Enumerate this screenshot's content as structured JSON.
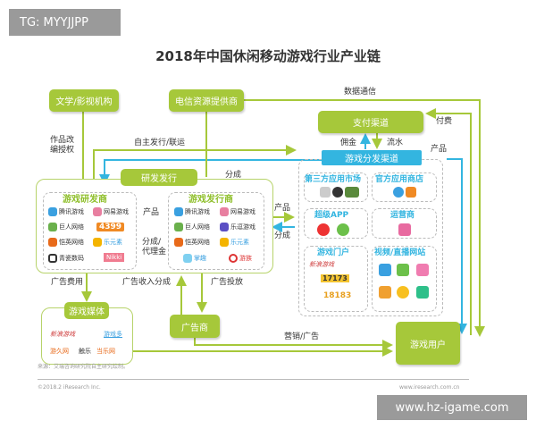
{
  "watermark_top": "TG: MYYJJPP",
  "watermark_bottom": "www.hz-igame.com",
  "title": "2018年中国休闲移动游戏行业产业链",
  "nodes": {
    "literature": "文学/影视机构",
    "telecom": "电信资源提供商",
    "payment": "支付渠道",
    "distribution": "游戏分发渠道",
    "rnd_publish": "研发发行",
    "developers": "游戏研发商",
    "publishers": "游戏发行商",
    "media": "游戏媒体",
    "advertiser": "广告商",
    "users": "游戏用户"
  },
  "edges": {
    "adaptation": "作品改编授权",
    "self_publish": "自主发行/联运",
    "data_comm": "数据通信",
    "pay": "付费",
    "commission": "佣金",
    "revenue": "流水",
    "product_to_users": "产品",
    "share_top": "分成",
    "product_dev": "产品",
    "share_agency": "分成/代理金",
    "product_dist": "产品",
    "share_dist": "分成",
    "ad_fee": "广告费用",
    "ad_revenue_share": "广告收入分成",
    "ad_placement": "广告投放",
    "marketing": "营销/广告"
  },
  "developers_logos": [
    "腾讯游戏",
    "网易游戏",
    "巨人网络",
    "4399",
    "恺英网络",
    "乐元素",
    "青瓷数码",
    "Nikki"
  ],
  "publishers_logos": [
    "腾讯游戏",
    "网易游戏",
    "巨人网络",
    "乐逗游戏",
    "恺英网络",
    "乐元素",
    "掌趣",
    "游族"
  ],
  "channels": {
    "third_party": "第三方应用市场",
    "official": "官方应用商店",
    "super_app": "超级APP",
    "operator": "运营商",
    "portal": "游戏门户",
    "video": "视频/直播网站"
  },
  "portal_logos": [
    "新浪游戏",
    "17173",
    "18183"
  ],
  "media_logos": [
    "新浪游戏",
    "游戏多",
    "游久网",
    "触乐",
    "当乐网"
  ],
  "source": "来源：艾瑞咨询研究院自主研究绘制。",
  "copyright": "©2018.2 iResearch Inc.",
  "website": "www.iresearch.com.cn",
  "colors": {
    "green": "#a6c83a",
    "blue": "#33b5e0"
  }
}
